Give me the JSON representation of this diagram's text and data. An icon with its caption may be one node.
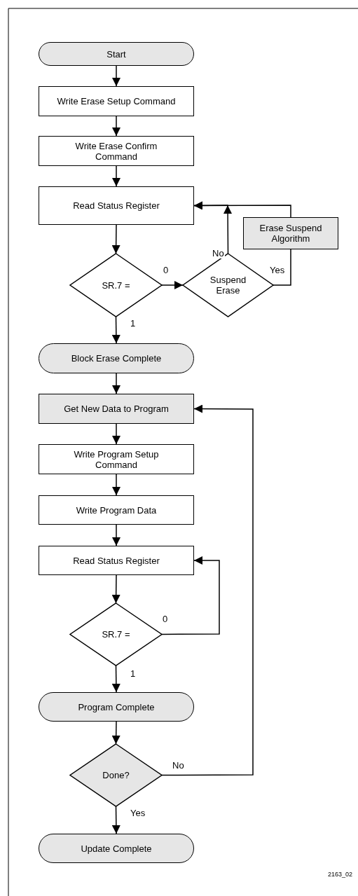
{
  "diagram": {
    "nodes": [
      {
        "text": [
          "Start"
        ]
      },
      {
        "text": [
          "Write Erase Setup Command"
        ]
      },
      {
        "text": [
          "Write Erase Confirm Command"
        ]
      },
      {
        "text": [
          "Read Status Register"
        ]
      },
      {
        "text": [
          "SR.7 ="
        ]
      },
      {
        "text": [
          "Suspend Erase"
        ]
      },
      {
        "text": [
          "Erase Suspend Algorithm"
        ]
      },
      {
        "text": [
          "Block Erase Complete"
        ]
      },
      {
        "text": [
          "Get New Data to Program"
        ]
      },
      {
        "text": [
          "Write Program Setup Command"
        ]
      },
      {
        "text": [
          "Write Program Data"
        ]
      },
      {
        "text": [
          "Read Status Register"
        ]
      },
      {
        "text": [
          "SR.7 ="
        ]
      },
      {
        "text": [
          "Program Complete"
        ]
      },
      {
        "text": [
          "Done?"
        ]
      },
      {
        "text": [
          "Update Complete"
        ]
      }
    ],
    "edges": [
      {
        "from": 0,
        "to": 1,
        "arrow": "to"
      },
      {
        "from": 1,
        "to": 2,
        "arrow": "to"
      },
      {
        "from": 2,
        "to": 3,
        "arrow": "to"
      },
      {
        "from": 3,
        "to": 4,
        "arrow": "to"
      },
      {
        "from": 4,
        "to": 5,
        "arrow": "to",
        "label": "0"
      },
      {
        "from": 5,
        "to": 3,
        "arrow": "to",
        "label": "No"
      },
      {
        "from": 5,
        "to": 6,
        "arrow": "none",
        "label": "Yes"
      },
      {
        "from": 6,
        "to": 3,
        "arrow": "to"
      },
      {
        "from": 4,
        "to": 7,
        "arrow": "to",
        "label": "1"
      },
      {
        "from": 7,
        "to": 8,
        "arrow": "to"
      },
      {
        "from": 8,
        "to": 9,
        "arrow": "to"
      },
      {
        "from": 9,
        "to": 10,
        "arrow": "to"
      },
      {
        "from": 10,
        "to": 11,
        "arrow": "to"
      },
      {
        "from": 11,
        "to": 12,
        "arrow": "to"
      },
      {
        "from": 12,
        "to": 11,
        "arrow": "to",
        "label": "0"
      },
      {
        "from": 12,
        "to": 13,
        "arrow": "to",
        "label": "1"
      },
      {
        "from": 13,
        "to": 14,
        "arrow": "to"
      },
      {
        "from": 14,
        "to": 8,
        "arrow": "to",
        "label": "No"
      },
      {
        "from": 14,
        "to": 15,
        "arrow": "to",
        "label": "Yes"
      }
    ],
    "labels": [
      "2163_02"
    ]
  }
}
